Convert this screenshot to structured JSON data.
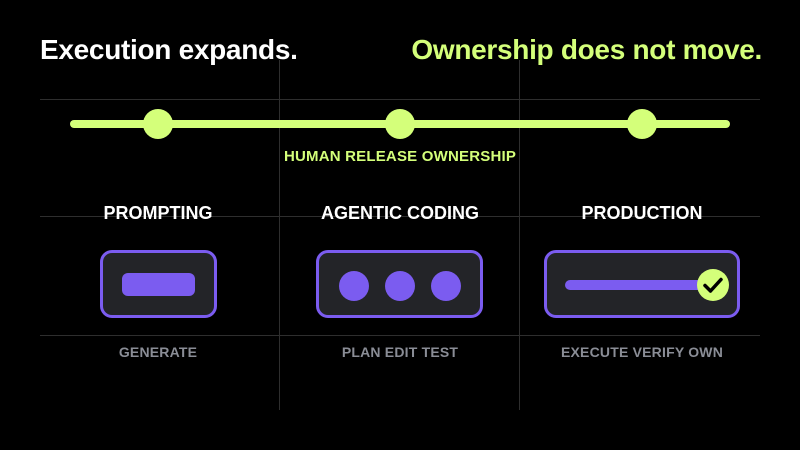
{
  "headline": {
    "left": "Execution expands.",
    "right": "Ownership does not move."
  },
  "ownership": {
    "label": "HUMAN RELEASE OWNERSHIP",
    "stages": 3
  },
  "columns": [
    {
      "title": "PROMPTING",
      "caption": "GENERATE"
    },
    {
      "title": "AGENTIC CODING",
      "caption": "PLAN EDIT TEST"
    },
    {
      "title": "PRODUCTION",
      "caption": "EXECUTE VERIFY OWN"
    }
  ],
  "production_progress": 0.82,
  "colors": {
    "background": "#000000",
    "accent_green": "#d4ff7a",
    "accent_purple": "#7b5cf0",
    "card_fill": "#232428",
    "muted_text": "#8a8d96",
    "grid": "#2e2e2e"
  },
  "icons": {
    "prompting": "rounded-bar-icon",
    "agentic": "three-dots-icon",
    "production": "progress-check-icon"
  }
}
